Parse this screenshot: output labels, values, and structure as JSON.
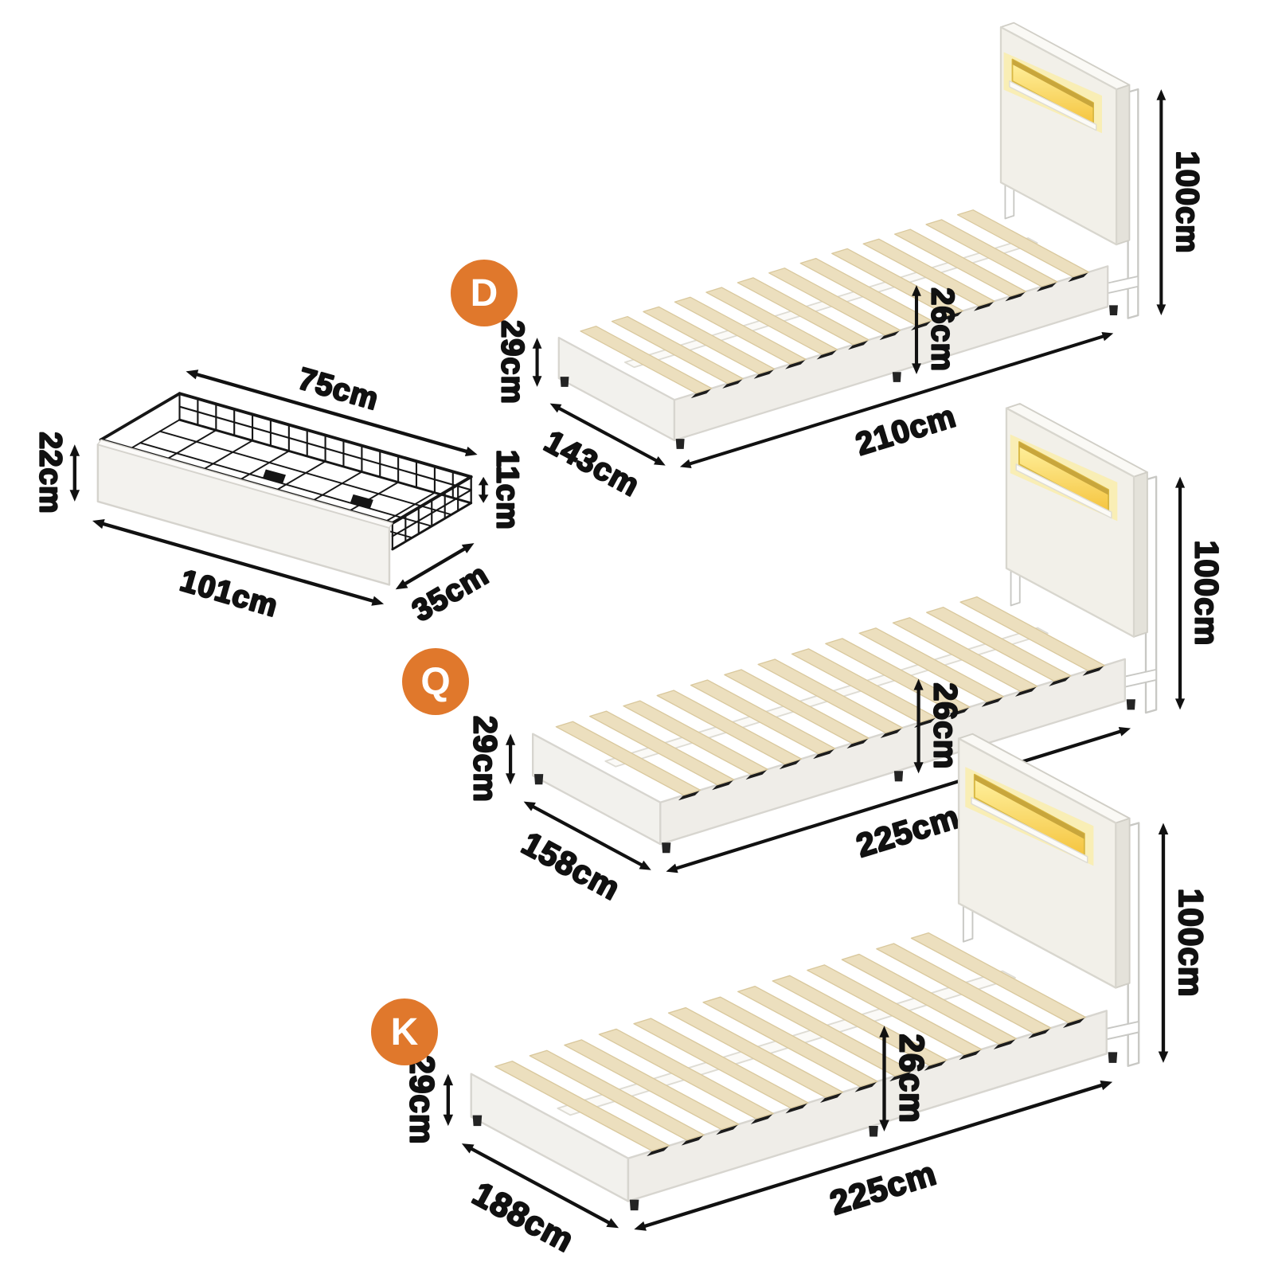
{
  "page": {
    "background": "#FFFFFF"
  },
  "badge": {
    "bg_color": "#E0782C",
    "text_color": "#FFFFFF"
  },
  "colors": {
    "accent_orange": "#E0782C",
    "led_yellow_light": "#FFF2A1",
    "led_yellow_deep": "#F5C43E",
    "slat_wood": "#ECDFBE",
    "upholstery": "#F2F1ED",
    "dimension_line": "#111111"
  },
  "drawer": {
    "labels": {
      "top_length": "75cm",
      "front_height": "22cm",
      "basket_height": "11cm",
      "depth": "35cm",
      "front_length": "101cm"
    }
  },
  "beds": [
    {
      "badge": "D",
      "side_height": "29cm",
      "platform_height": "26cm",
      "headboard_height": "100cm",
      "width": "143cm",
      "length": "210cm"
    },
    {
      "badge": "Q",
      "side_height": "29cm",
      "platform_height": "26cm",
      "headboard_height": "100cm",
      "width": "158cm",
      "length": "225cm"
    },
    {
      "badge": "K",
      "side_height": "29cm",
      "platform_height": "26cm",
      "headboard_height": "100cm",
      "width": "188cm",
      "length": "225cm"
    }
  ]
}
